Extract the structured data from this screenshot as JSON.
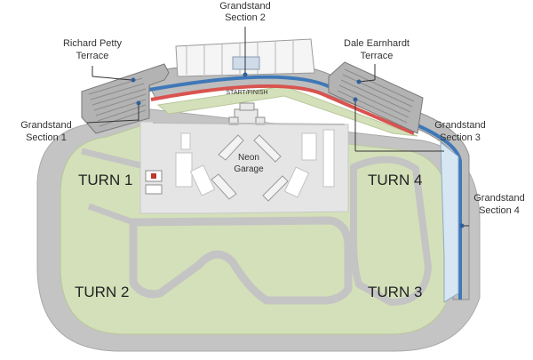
{
  "map": {
    "labels": {
      "grandstand_section_2_line1": "Grandstand",
      "grandstand_section_2_line2": "Section 2",
      "richard_petty_line1": "Richard Petty",
      "richard_petty_line2": "Terrace",
      "dale_earnhardt_line1": "Dale Earnhardt",
      "dale_earnhardt_line2": "Terrace",
      "grandstand_section_1_line1": "Grandstand",
      "grandstand_section_1_line2": "Section 1",
      "grandstand_section_3_line1": "Grandstand",
      "grandstand_section_3_line2": "Section 3",
      "grandstand_section_4_line1": "Grandstand",
      "grandstand_section_4_line2": "Section 4",
      "start_finish": "START/FINISH",
      "neon_garage_line1": "Neon",
      "neon_garage_line2": "Garage",
      "turn_1": "TURN 1",
      "turn_2": "TURN 2",
      "turn_3": "TURN 3",
      "turn_4": "TURN 4"
    },
    "colors": {
      "track": "#c4c4c4",
      "infield": "#d4e0b9",
      "paddock": "#e5e5e5",
      "grandstand": "#bdbdbd",
      "stripe_blue": "#3f78b8",
      "stripe_red": "#d9534f",
      "callout_dot": "#2f5f9a"
    }
  }
}
